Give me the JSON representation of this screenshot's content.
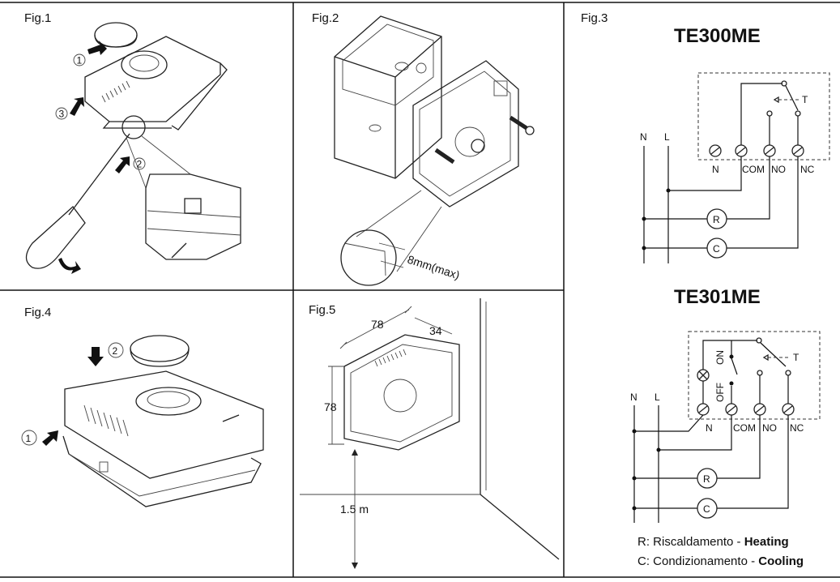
{
  "figures": {
    "fig1": {
      "label": "Fig.1",
      "step1": "1",
      "step2": "2",
      "step3": "3"
    },
    "fig2": {
      "label": "Fig.2",
      "gap": "8mm(max)"
    },
    "fig3": {
      "label": "Fig.3",
      "te300me": {
        "title": "TE300ME",
        "n": "N",
        "l": "L",
        "term_n": "N",
        "term_com": "COM",
        "term_no": "NO",
        "term_nc": "NC",
        "t": "T",
        "r": "R",
        "c": "C"
      },
      "te301me": {
        "title": "TE301ME",
        "n": "N",
        "l": "L",
        "term_n": "N",
        "term_com": "COM",
        "term_no": "NO",
        "term_nc": "NC",
        "t": "T",
        "on": "ON",
        "off": "OFF",
        "r": "R",
        "c": "C"
      },
      "legend": {
        "r_prefix": "R: Riscaldamento - ",
        "r_en": "Heating",
        "c_prefix": "C: Condizionamento - ",
        "c_en": "Cooling"
      }
    },
    "fig4": {
      "label": "Fig.4",
      "step1": "1",
      "step2": "2"
    },
    "fig5": {
      "label": "Fig.5",
      "width": "78",
      "depth": "34",
      "height": "78",
      "mount_height": "1.5 m"
    }
  }
}
